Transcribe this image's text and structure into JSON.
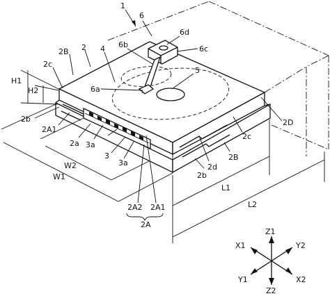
{
  "labels": {
    "l1": "1",
    "l6": "6",
    "l6d": "6d",
    "l6b": "6b",
    "l6c": "6c",
    "l2B_top": "2B",
    "l2_top": "2",
    "l4": "4",
    "l5": "5",
    "l6a": "6a",
    "l2c_left": "2c",
    "lH1": "H1",
    "lH2": "H2",
    "l2b_left": "2b",
    "l2A1_left": "2A1",
    "l2D": "2D",
    "l2c_right": "2c",
    "l2B_right": "2B",
    "l2d": "2d",
    "l2b_right": "2b",
    "l2a": "2a",
    "l3a_1": "3a",
    "l3": "3",
    "l3a_2": "3a",
    "lW2": "W2",
    "lW1": "W1",
    "l2A2": "2A2",
    "l2A1_bottom": "2A1",
    "l2A": "2A",
    "lL1": "L1",
    "lL2": "L2"
  },
  "axes": {
    "z1": "Z1",
    "x1": "X1",
    "y2": "Y2",
    "y1": "Y1",
    "x2": "X2",
    "z2": "Z2"
  }
}
